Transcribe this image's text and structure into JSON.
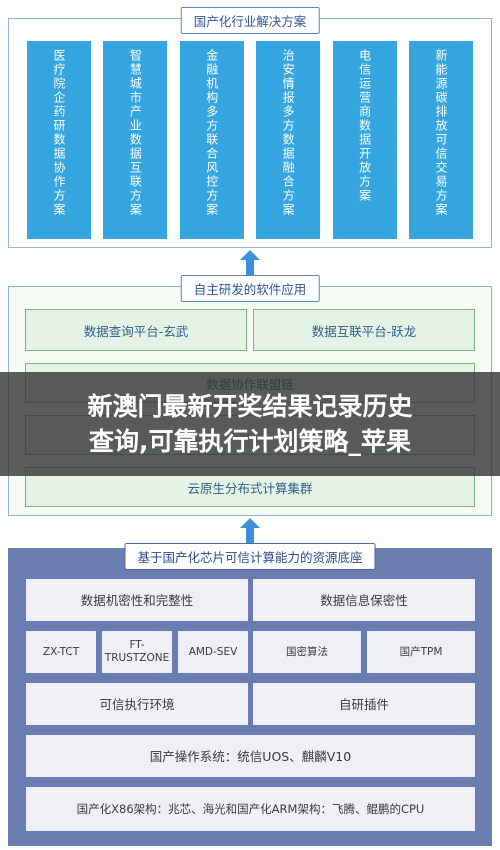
{
  "top": {
    "title": "国产化行业解决方案",
    "columns": [
      "医疗院企药研数据协作方案",
      "智慧城市产业数据互联方案",
      "金融机构多方联合风控方案",
      "治安情报多方数据融合方案",
      "电信运营商数据开放方案",
      "新能源碳排放可信交易方案"
    ]
  },
  "middle": {
    "title": "自主研发的软件应用",
    "platform_query": "数据查询平台-玄武",
    "platform_interconnect": "数据互联平台-跃龙",
    "alliance_chain": "数据协作联盟链",
    "cloud_cluster": "云原生分布式计算集群"
  },
  "banner": {
    "line1": "新澳门最新开奖结果记录历史",
    "line2": "查询,可靠执行计划策略_苹果"
  },
  "bottom": {
    "title": "基于国产化芯片可信计算能力的资源底座",
    "confidentiality": "数据机密性和完整性",
    "privacy": "数据信息保密性",
    "zx_tct": "ZX-TCT",
    "ft_trustzone_1": "FT-",
    "ft_trustzone_2": "TRUSTZONE",
    "amd_sev": "AMD-SEV",
    "national_crypto": "国密算法",
    "national_tpm": "国产TPM",
    "tee": "可信执行环境",
    "plugin": "自研插件",
    "os": "国产操作系统：统信UOS、麒麟V10",
    "arch": "国产化X86架构：兆芯、海光和国产化ARM架构：飞腾、鲲鹏的CPU"
  }
}
